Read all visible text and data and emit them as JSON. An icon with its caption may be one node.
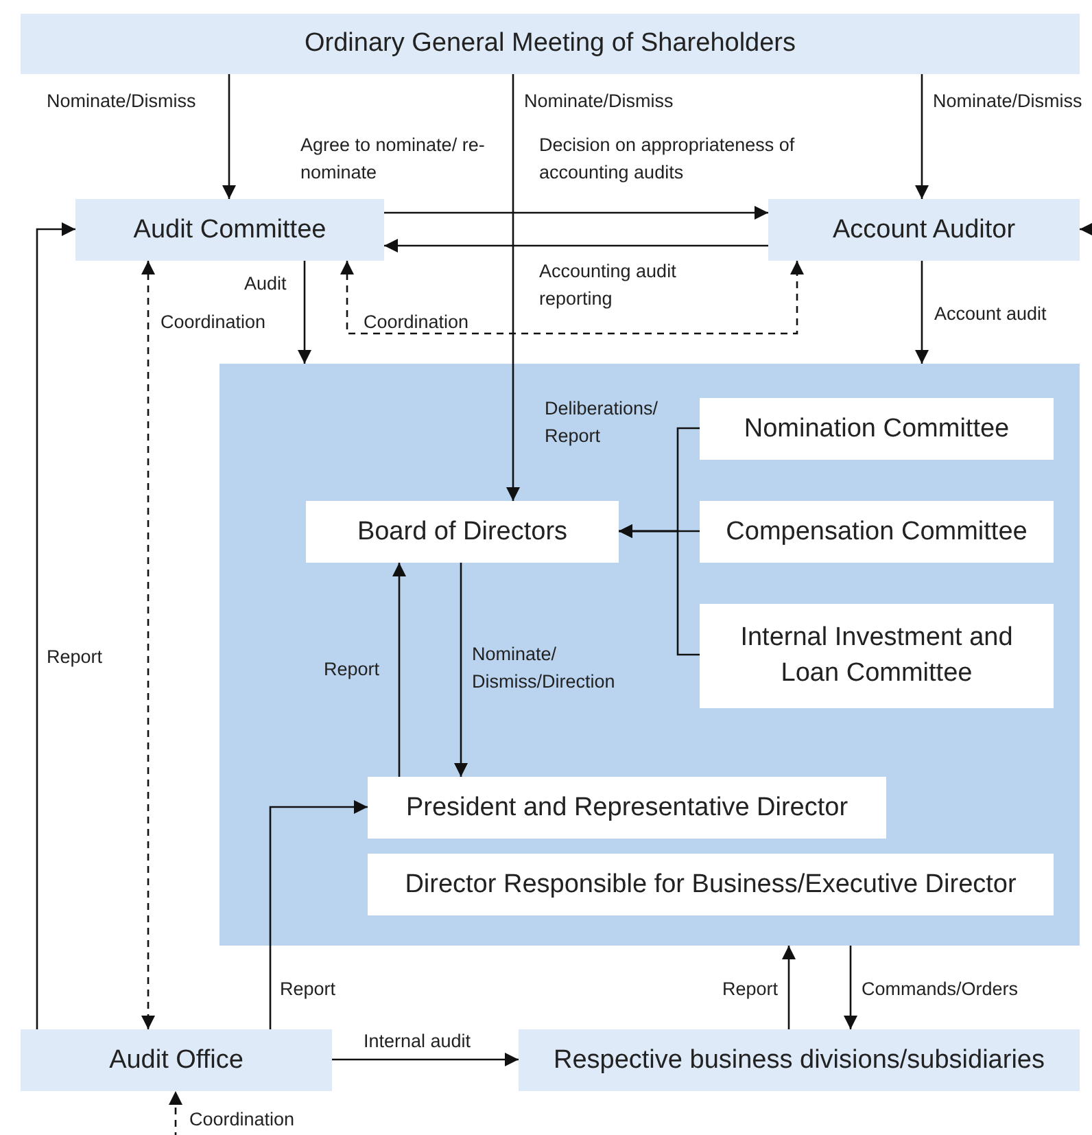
{
  "diagram": {
    "nodes": [
      {
        "text": [
          "Ordinary General Meeting of Shareholders"
        ]
      },
      {
        "text": [
          "Audit Committee"
        ]
      },
      {
        "text": [
          "Account Auditor"
        ]
      },
      {
        "text": [],
        "shape": "box"
      },
      {
        "text": [
          "Nomination Committee"
        ],
        "in": 3
      },
      {
        "text": [
          "Board of Directors"
        ],
        "in": 3
      },
      {
        "text": [
          "Compensation Committee"
        ],
        "in": 3
      },
      {
        "text": [
          "Internal Investment and Loan Committee"
        ],
        "in": 3
      },
      {
        "text": [
          "President and Representative Director"
        ],
        "in": 3
      },
      {
        "text": [
          "Director Responsible for Business/Executive Director"
        ],
        "in": 3
      },
      {
        "text": [
          "Audit Office"
        ]
      },
      {
        "text": [
          "Respective business divisions/subsidiaries"
        ]
      }
    ],
    "edges": [
      {
        "from": 0,
        "to": 1,
        "arrow": "to",
        "label": "Nominate/Dismiss"
      },
      {
        "from": 0,
        "to": 5,
        "arrow": "to",
        "label": "Nominate/Dismiss"
      },
      {
        "from": 0,
        "to": 2,
        "arrow": "to",
        "label": "Nominate/Dismiss"
      },
      {
        "from": 1,
        "to": 2,
        "arrow": "to",
        "label": "Decision on appropriateness of accounting audits"
      },
      {
        "from": 2,
        "to": 1,
        "arrow": "to",
        "label": "Accounting audit reporting"
      },
      {
        "from": 1,
        "to": 3,
        "arrow": "to",
        "label": "Audit"
      },
      {
        "from": 1,
        "to": 2,
        "arrow": "both",
        "style": "dashed",
        "label": "Coordination"
      },
      {
        "from": 1,
        "to": 10,
        "arrow": "both",
        "style": "dashed",
        "label": "Coordination"
      },
      {
        "from": 2,
        "to": 3,
        "arrow": "to",
        "label": "Account audit"
      },
      {
        "from": null,
        "to": 2,
        "arrow": "to"
      },
      {
        "from": 4,
        "to": 5,
        "arrow": "to",
        "label": "Deliberations/ Report"
      },
      {
        "from": 6,
        "to": 5,
        "arrow": "to"
      },
      {
        "from": 7,
        "to": 5,
        "arrow": "to"
      },
      {
        "from": 8,
        "to": 5,
        "arrow": "to",
        "label": "Report"
      },
      {
        "from": 5,
        "to": 8,
        "arrow": "to",
        "label": "Nominate/ Dismiss/Direction"
      },
      {
        "from": 10,
        "to": 1,
        "arrow": "to",
        "label": "Report"
      },
      {
        "from": 10,
        "to": 8,
        "arrow": "to",
        "label": "Report"
      },
      {
        "from": 11,
        "to": 3,
        "arrow": "to",
        "label": "Report"
      },
      {
        "from": 3,
        "to": 11,
        "arrow": "to",
        "label": "Commands/Orders"
      },
      {
        "from": 10,
        "to": 11,
        "arrow": "to",
        "label": "Internal audit"
      },
      {
        "from": null,
        "to": 10,
        "arrow": "to",
        "style": "dashed",
        "label": "Coordination"
      }
    ],
    "labels": [
      "Agree to nominate/ re-nominate"
    ]
  }
}
